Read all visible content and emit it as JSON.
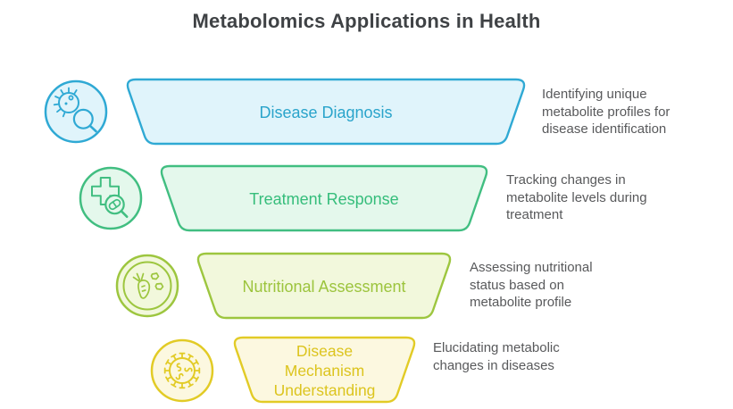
{
  "title": "Metabolomics Applications in Health",
  "title_color": "#3f4245",
  "description_color": "#58595b",
  "rows": [
    {
      "id": "disease-diagnosis",
      "label": "Disease Diagnosis",
      "description": "Identifying unique metabolite profiles for disease identification",
      "icon": "bacteria-magnifier-icon",
      "border_color": "#2fa9d4",
      "fill_color": "#e0f4fb",
      "label_color": "#2aa4cb"
    },
    {
      "id": "treatment-response",
      "label": "Treatment Response",
      "description": "Tracking changes in metabolite levels during treatment",
      "icon": "medical-cross-magnifier-icon",
      "border_color": "#41be81",
      "fill_color": "#e4f8ec",
      "label_color": "#35bd7b"
    },
    {
      "id": "nutritional-assessment",
      "label": "Nutritional Assessment",
      "description": "Assessing nutritional status based on metabolite profile",
      "icon": "vegetables-plate-icon",
      "border_color": "#9dc63f",
      "fill_color": "#f2f8dc",
      "label_color": "#9cc43d"
    },
    {
      "id": "disease-mechanism-understanding",
      "label": "Disease Mechanism Understanding",
      "description": "Elucidating metabolic changes in diseases",
      "icon": "virus-icon",
      "border_color": "#e2cb26",
      "fill_color": "#fcf8e0",
      "label_color": "#dcc41e"
    }
  ]
}
